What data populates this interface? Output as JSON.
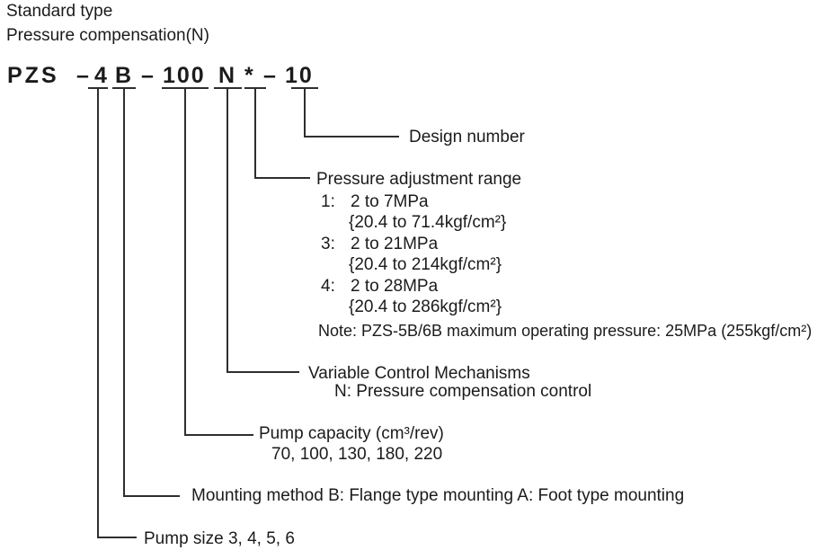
{
  "header": {
    "line1": "Standard type",
    "line2": "Pressure compensation(N)"
  },
  "model_code": {
    "prefix": "PZS",
    "dash1": "–",
    "pump_size": "4",
    "mounting": "B",
    "dash2": "–",
    "capacity": "100",
    "control": "N",
    "pressure_range": "*",
    "dash3": "–",
    "design": "10"
  },
  "callouts": {
    "design_number": {
      "label": "Design number"
    },
    "pressure_adjustment_range": {
      "label": "Pressure adjustment range",
      "options": [
        {
          "code": "1:",
          "mpa": "2 to 7MPa",
          "kgf": "{20.4 to 71.4kgf/cm²}"
        },
        {
          "code": "3:",
          "mpa": "2 to 21MPa",
          "kgf": "{20.4 to 214kgf/cm²}"
        },
        {
          "code": "4:",
          "mpa": "2 to 28MPa",
          "kgf": "{20.4 to 286kgf/cm²}"
        }
      ],
      "note": "Note: PZS-5B/6B maximum operating pressure: 25MPa (255kgf/cm²)"
    },
    "variable_control": {
      "label": "Variable Control Mechanisms",
      "detail": "N: Pressure compensation control"
    },
    "pump_capacity": {
      "label": "Pump capacity (cm³/rev)",
      "values": "70, 100, 130, 180, 220"
    },
    "mounting_method": {
      "label": "Mounting method B: Flange type mounting A: Foot type mounting"
    },
    "pump_size": {
      "label": "Pump size 3, 4, 5, 6"
    }
  }
}
